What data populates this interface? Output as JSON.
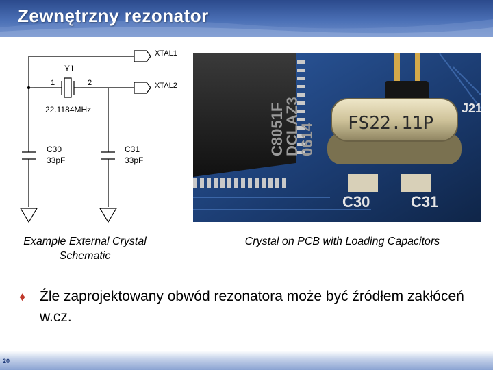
{
  "slide": {
    "title": "Zewnętrzny rezonator",
    "page_number": "20",
    "caption_left": "Example External Crystal Schematic",
    "caption_right": "Crystal on PCB with Loading Capacitors",
    "bullet": "Źle zaprojektowany obwód rezonatora może być źródłem zakłóceń w.cz."
  },
  "schematic": {
    "xtal1": "XTAL1",
    "xtal2": "XTAL2",
    "y1": "Y1",
    "pin1": "1",
    "pin2": "2",
    "freq": "22.1184MHz",
    "c30": "C30",
    "c30_val": "33pF",
    "c31": "C31",
    "c31_val": "33pF"
  },
  "photo": {
    "chip_line1": "C8051F",
    "chip_line2": "DCLAZ3",
    "chip_line3": "0614",
    "crystal_label": "FS22.11P",
    "c30_label": "C30",
    "c31_label": "C31",
    "side_label": "J21"
  },
  "colors": {
    "header": "#3b5ea8",
    "bullet": "#c0392b",
    "pcb": "#1a3a6e"
  }
}
